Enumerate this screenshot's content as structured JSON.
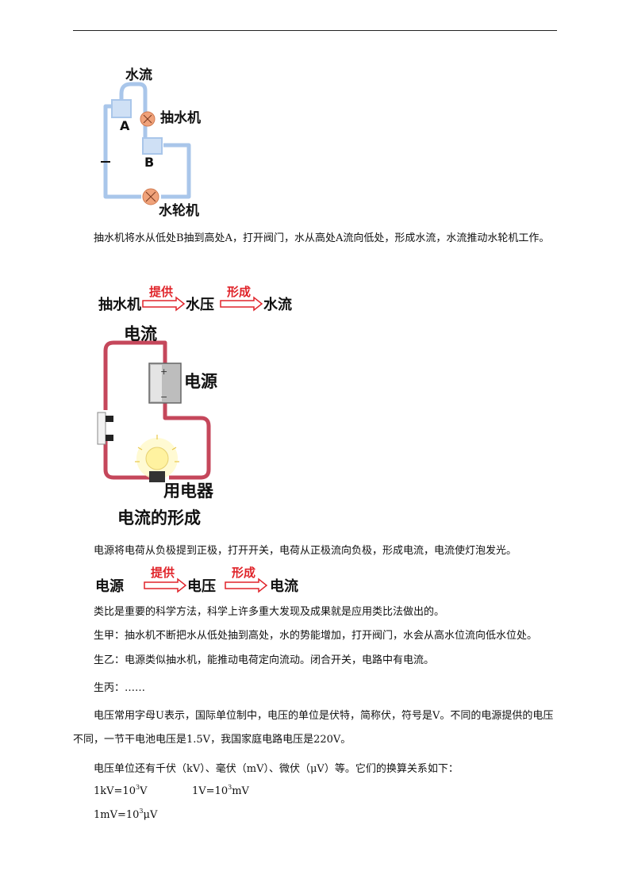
{
  "water_diagram": {
    "label_flow": "水流",
    "label_a": "A",
    "label_b": "B",
    "label_pump": "抽水机",
    "label_turbine": "水轮机"
  },
  "para1": "抽水机将水从低处B抽到高处A，打开阀门，水从高处A流向低处，形成水流，水流推动水轮机工作。",
  "flow1": {
    "source": "抽水机",
    "verb1": "提供",
    "middle": "水压",
    "verb2": "形成",
    "result": "水流"
  },
  "circuit_diagram": {
    "label_current": "电流",
    "label_source": "电源",
    "label_appliance": "用电器",
    "caption": "电流的形成",
    "plus_sign": "+",
    "minus_sign": "−"
  },
  "para2": "电源将电荷从负极提到正极，打开开关，电荷从正极流向负极，形成电流，电流使灯泡发光。",
  "flow2": {
    "source": "电源",
    "verb1": "提供",
    "middle": "电压",
    "verb2": "形成",
    "result": "电流"
  },
  "line_analogy": "类比是重要的科学方法，科学上许多重大发现及成果就是应用类比法做出的。",
  "line_jia": "生甲：抽水机不断把水从低处抽到高处，水的势能增加，打开阀门，水会从高水位流向低水位处。",
  "line_yi": "生乙：电源类似抽水机，能推动电荷定向流动。闭合开关，电路中有电流。",
  "line_bing": "生丙：……",
  "para3": "电压常用字母U表示，国际单位制中，电压的单位是伏特，简称伏，符号是V。不同的电源提供的电压不同，一节干电池电压是1.5V，我国家庭电路电压是220V。",
  "line_units": "电压单位还有千伏（kV）、毫伏（mV）、微伏（μV）等。它们的换算关系如下：",
  "conv1": {
    "base": "1kV=10",
    "exp": "3",
    "unit": "V"
  },
  "conv2": {
    "base": "1V=10",
    "exp": "3",
    "unit": "mV"
  },
  "conv3": {
    "base": "1mV=10",
    "exp": "3",
    "unit": "μV"
  },
  "colors": {
    "pipe": "#a9c6ea",
    "wire": "#c5475b",
    "arrow": "#e0242a",
    "pump": "#f0a27a"
  }
}
